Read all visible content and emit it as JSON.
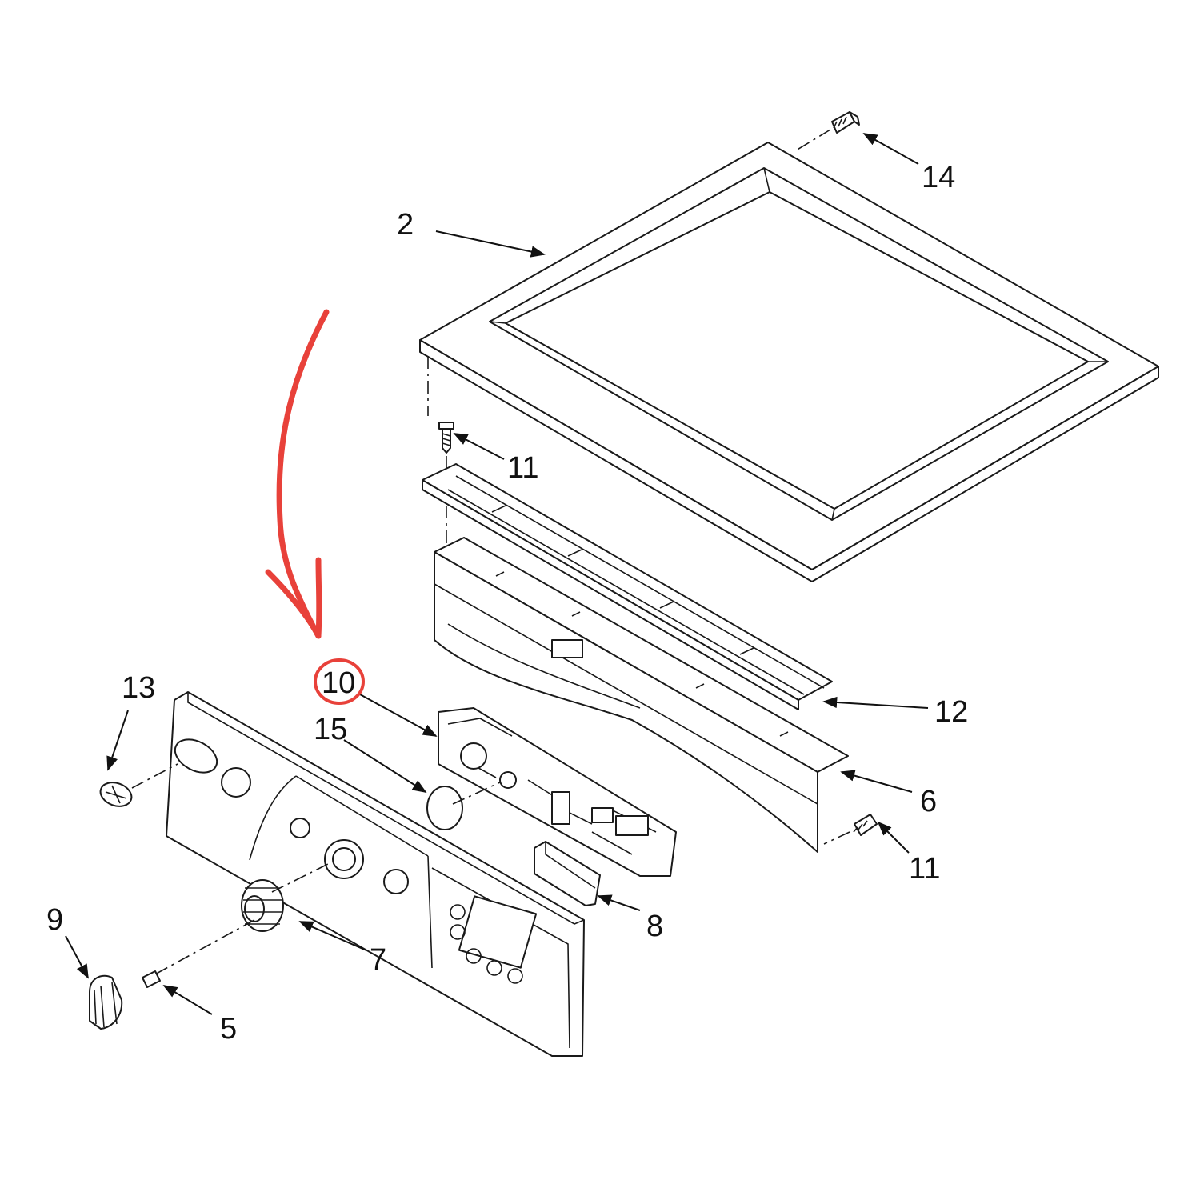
{
  "diagram": {
    "colors": {
      "line": "#1a1a1a",
      "highlight": "#e8413a",
      "background": "#ffffff"
    },
    "callouts": {
      "c2": "2",
      "c5": "5",
      "c6": "6",
      "c7": "7",
      "c8": "8",
      "c9": "9",
      "c10": "10",
      "c11_upper": "11",
      "c11_lower": "11",
      "c12": "12",
      "c13": "13",
      "c14": "14",
      "c15": "15"
    },
    "highlighted_callout": "10",
    "parts": [
      "top-panel",
      "top-screw",
      "mounting-screw",
      "control-panel-bracket",
      "rear-support-bracket",
      "console-panel",
      "electronic-control-board",
      "light-pipe-disc",
      "ui-overlay-module",
      "selector-encoder",
      "knob-clip",
      "selector-knob",
      "logo-badge"
    ]
  }
}
